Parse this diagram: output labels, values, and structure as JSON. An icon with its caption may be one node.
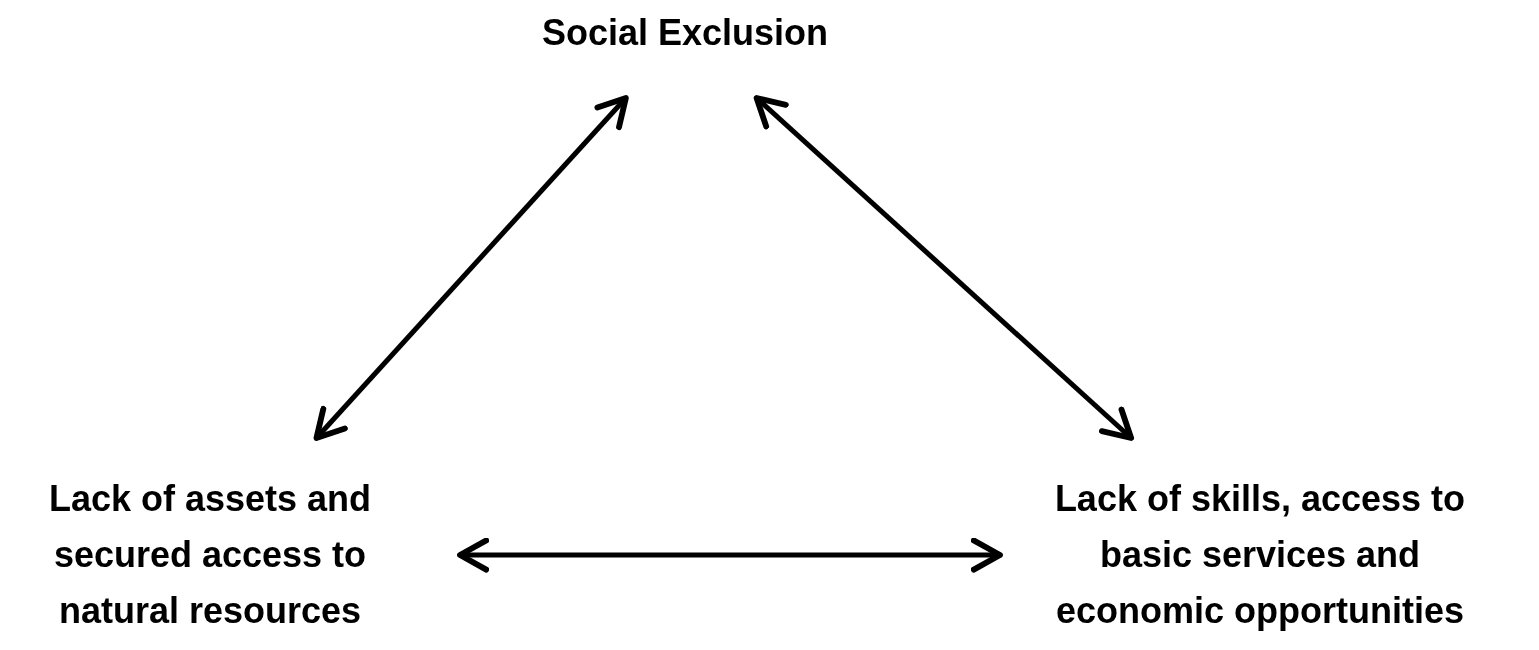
{
  "diagram": {
    "nodes": [
      {
        "text": [
          "Social Exclusion"
        ]
      },
      {
        "text": [
          "Lack of assets and secured access to natural resources"
        ]
      },
      {
        "text": [
          "Lack of skills, access to basic services and economic opportunities"
        ]
      }
    ],
    "edges": [
      {
        "from": 0,
        "to": 1,
        "arrow": "both"
      },
      {
        "from": 0,
        "to": 2,
        "arrow": "both"
      },
      {
        "from": 1,
        "to": 2,
        "arrow": "both"
      }
    ]
  }
}
